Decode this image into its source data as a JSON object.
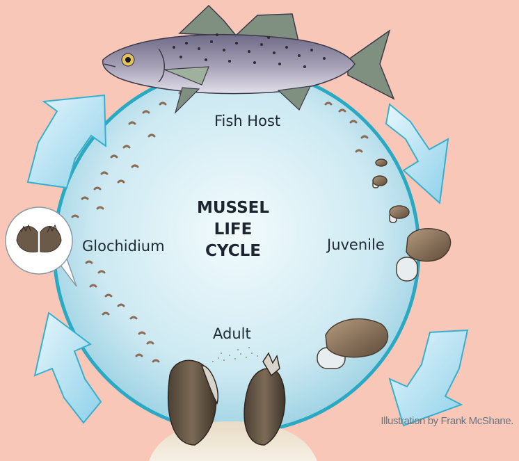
{
  "title_lines": [
    "MUSSEL",
    "LIFE",
    "CYCLE"
  ],
  "stages": {
    "fish_host": "Fish Host",
    "juvenile": "Juvenile",
    "adult": "Adult",
    "glochidium": "Glochidium"
  },
  "credit": "Illustration by Frank McShane.",
  "colors": {
    "background": "#f8c7b8",
    "circle_fill": "#d7eef5",
    "circle_ring": "#29a9c4",
    "arrow_fill": "#b9e3f3",
    "arrow_stroke": "#35b0cf",
    "shell": "#8a7460",
    "fish_body": "#9d97ad"
  }
}
